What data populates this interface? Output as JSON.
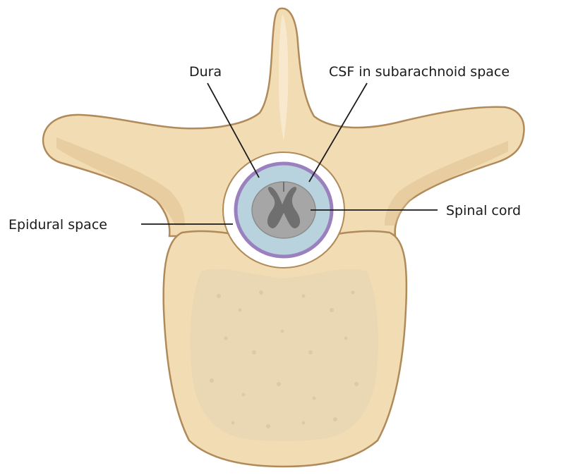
{
  "labels": {
    "dura": "Dura",
    "csf": "CSF in subarachnoid space",
    "epidural": "Epidural space",
    "spinal_cord": "Spinal cord"
  },
  "colors": {
    "bone_fill": "#f1dcb3",
    "bone_stroke": "#b08a5a",
    "bone_shadow": "#dfc190",
    "cancellous": "#e9d6b3",
    "epidural_fat": "#ffffff",
    "dura": "#9a80be",
    "csf": "#b9d3de",
    "gray_matter": "#6f6f6f",
    "white_matter": "#a6a6a6",
    "leader": "#1a1a1a"
  }
}
